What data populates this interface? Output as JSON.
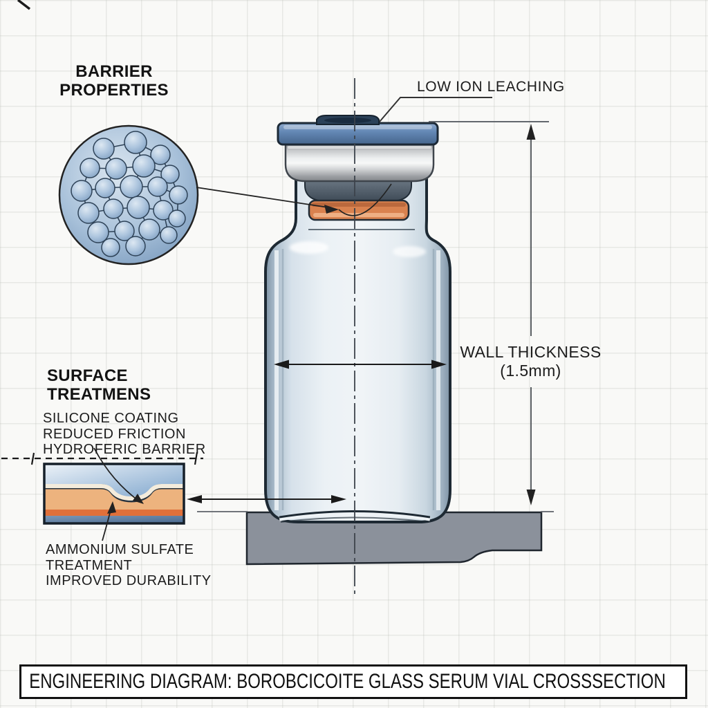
{
  "palette": {
    "cap_blue": "#5f82ae",
    "cap_top_navy": "#2b4158",
    "crimp_silver": "#d6d8da",
    "stopper_gray": "#4e5a66",
    "stopper_orange": "#d9824f",
    "glass_blue": "#e8eef3",
    "base_gray": "#8b919b",
    "layer_light_orange": "#edb37e",
    "layer_dark_orange": "#e0703a",
    "outline_dark": "#1d2933"
  },
  "annotations": {
    "barrier_properties": {
      "line1": "BARRIER",
      "line2": "PROPERTIES"
    },
    "low_ion_leaching": "LOW ION LEACHING",
    "wall_thickness": {
      "line1": "WALL THICKNESS",
      "line2": "(1.5mm)",
      "value": "1.5mm"
    },
    "surface_treatments": {
      "line1": "SURFACE",
      "line2": "TREATMENS"
    },
    "surface_treatment_notes": {
      "line1": "SILICONE COATING",
      "line2": "REDUCED FRICTION",
      "line3": "HYDROFERIC BARRIER"
    },
    "ammonium_treatment_notes": {
      "line1": "AMMONIUM SULFATE",
      "line2": "TREATMENT",
      "line3": "IMPROVED DURABILITY"
    }
  },
  "footer": {
    "title": "ENGINEERING DIAGRAM: BOROBCICOITE GLASS SERUM VIAL CROSSSECTION"
  }
}
